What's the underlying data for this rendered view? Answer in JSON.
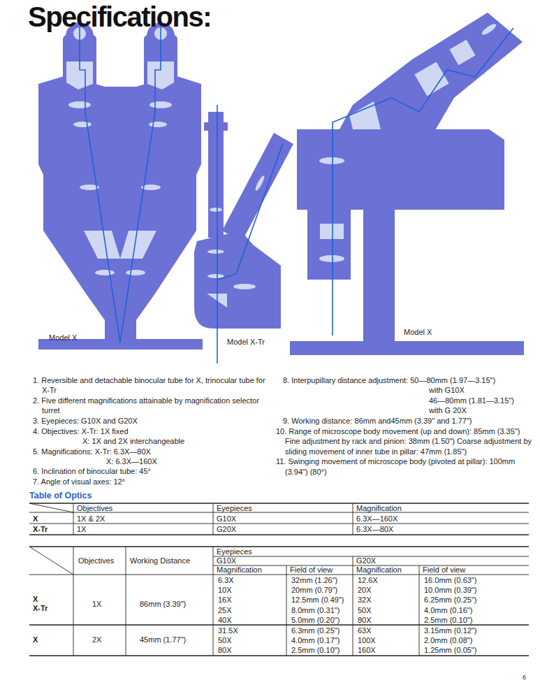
{
  "diagram": {
    "title": "Specifications:",
    "labels": [
      "Model X",
      "Model X-Tr",
      "Model X",
      "1. Reversible and detachable binocular tube for X, trinocular tube for X-Tr",
      "2. Five different magnifications attainable by magnification selector turret",
      "3. Eyepieces: G10X and G20X",
      "4. Objectives: X-Tr: 1X fixed",
      "X: 1X and 2X interchangeable",
      "5. Magnifications: X-Tr: 6.3X—80X",
      "X: 6.3X—160X",
      "6. Inclination of binocular tube: 45°",
      "7. Angle of visual axes: 12°",
      "8. Interpupillary distance adjustment: 50—80mm (1.97—3.15\")",
      "with G10X",
      "46—80mm (1.81—3.15\")",
      "with G 20X",
      "9. Working distance: 86mm and45mm (3.39\" and 1.77\")",
      "10. Range of microscope body movement (up and down): 85mm (3.35\") Fine adjustment by rack and pinion: 38mm (1.50\") Coarse adjustment by sliding movement of inner tube in pillar: 47mm (1.85\")",
      "11. Swinging movement of microscope body (pivoted at pillar): 100mm (3.94\") (80°)",
      "Table of Optics",
      "Objectives",
      "Eyepieces",
      "Magnification",
      "X",
      "1X & 2X",
      "G10X",
      "6.3X—160X",
      "X-Tr",
      "1X",
      "G20X",
      "6.3X—80X",
      "Objectives",
      "Working Distance",
      "Eyepieces",
      "G10X",
      "G20X",
      "Magnification",
      "Field of view",
      "Magnification",
      "Field of view",
      "X",
      "X-Tr",
      "1X",
      "86mm (3.39\")",
      "6.3X",
      "32mm (1.26\")",
      "12.6X",
      "16.0mm (0.63\")",
      "10X",
      "20mm (0.79\")",
      "20X",
      "10.0mm (0.39\")",
      "16X",
      "12.5mm (0.49\")",
      "32X",
      "6.25mm (0.25\")",
      "25X",
      "8.0mm (0.31\")",
      "50X",
      "4.0mm (0.16\")",
      "40X",
      "5.0mm (0.20\")",
      "80X",
      "2.5mm (0.10\")",
      "X",
      "2X",
      "45mm (1.77\")",
      "31.5X",
      "6.3mm (0.25\")",
      "63X",
      "3.15mm (0.12\")",
      "50X",
      "4.0mm (0.17\")",
      "100X",
      "2.0mm (0.08\")",
      "80X",
      "2.5mm (0.10\")",
      "160X",
      "1.25mm (0.05\")",
      "6"
    ]
  }
}
